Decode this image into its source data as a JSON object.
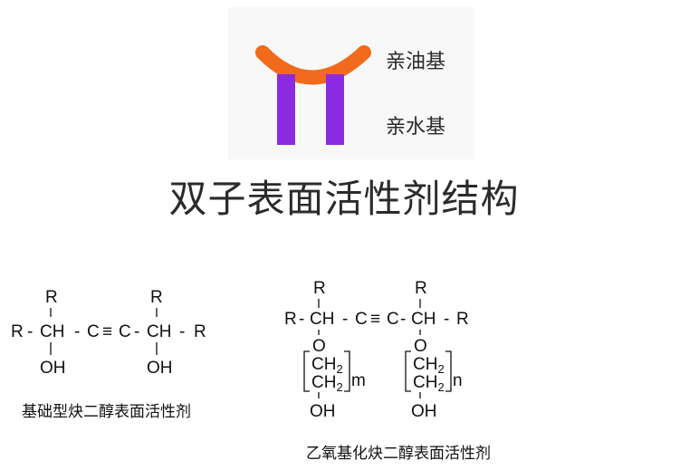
{
  "legend": {
    "oleophilic_label": "亲油基",
    "hydrophilic_label": "亲水基",
    "colors": {
      "oleophilic": "#f26a1b",
      "hydrophilic": "#8a2be2"
    }
  },
  "title": "双子表面活性剂结构",
  "structure_basic": {
    "atoms": {
      "r_left": "R",
      "ch_left": "CH",
      "c1": "C",
      "triple_bond": "≡",
      "c2": "C",
      "ch_right": "CH",
      "r_right": "R",
      "r_top_left": "R",
      "r_top_right": "R",
      "oh_left": "OH",
      "oh_right": "OH",
      "dash": "-"
    },
    "caption": "基础型炔二醇表面活性剂"
  },
  "structure_ethoxylated": {
    "atoms": {
      "r_left": "R",
      "ch_left": "CH",
      "c1": "C",
      "triple_bond": "≡",
      "c2": "C",
      "ch_right": "CH",
      "r_right": "R",
      "r_top_left": "R",
      "r_top_right": "R",
      "o_left": "O",
      "o_right": "O",
      "ch2": "CH",
      "sub2": "2",
      "m": "m",
      "n": "n",
      "oh_left": "OH",
      "oh_right": "OH",
      "dash": "-"
    },
    "caption": "乙氧基化炔二醇表面活性剂"
  }
}
